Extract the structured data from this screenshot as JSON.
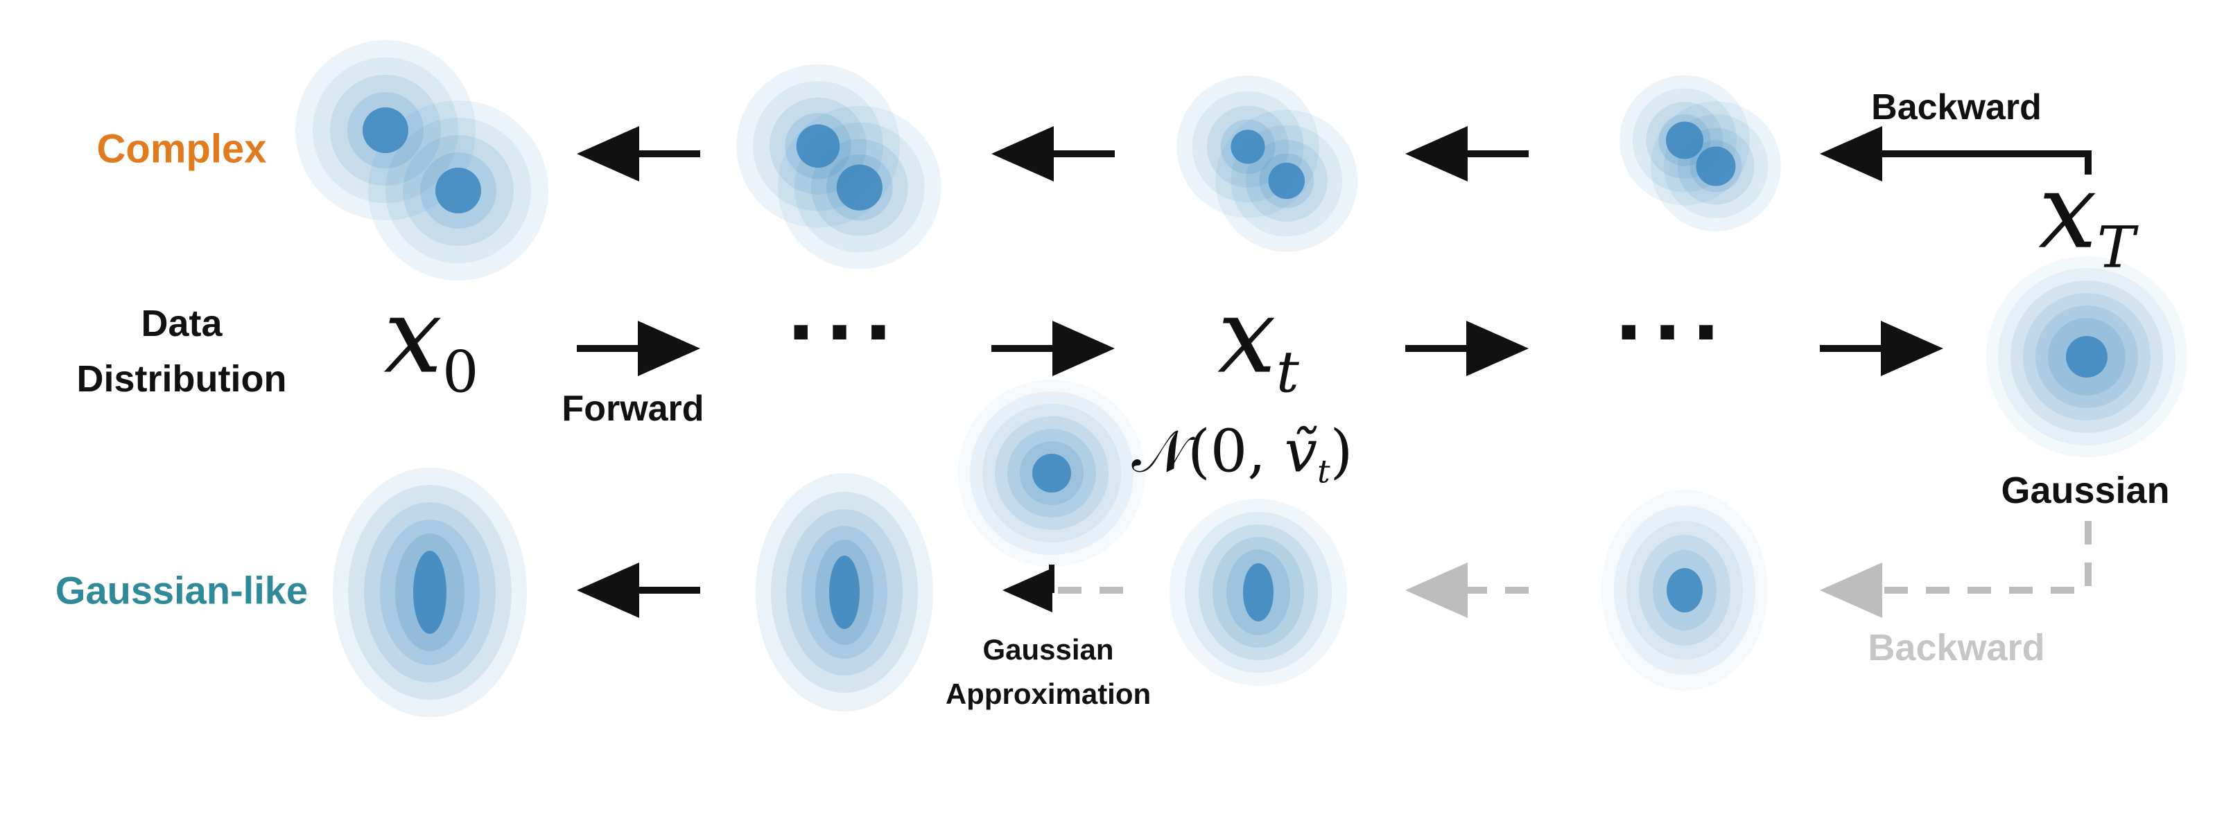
{
  "labels": {
    "complex": "Complex",
    "data_distribution_line1": "Data",
    "data_distribution_line2": "Distribution",
    "gaussian_like": "Gaussian-like",
    "forward": "Forward",
    "backward_top": "Backward",
    "backward_bottom": "Backward",
    "gaussian": "Gaussian",
    "gaussian_approx_line1": "Gaussian",
    "gaussian_approx_line2": "Approximation"
  },
  "math": {
    "x0_base": "x",
    "x0_sub": "0",
    "xt_base": "x",
    "xt_sub": "t",
    "xT_base": "x",
    "xT_sub": "T",
    "normal_prefix": "𝒩(0, ",
    "normal_var": "ṽ",
    "normal_sub": "t",
    "normal_suffix": ")",
    "ellipsis": "···"
  },
  "colors": {
    "complex_label": "#E07B1F",
    "gaussian_like_label": "#2E8A99",
    "blob_dark": "#3B86BE",
    "arrow_black": "#111111",
    "arrow_gray": "#BDBDBD",
    "backward_gray": "#C6C6C6"
  },
  "icons": {
    "mixture": "bimodal-gaussian-mixture-blob",
    "gaussian": "isotropic-gaussian-blob",
    "elongated": "elongated-gaussian-blob"
  }
}
